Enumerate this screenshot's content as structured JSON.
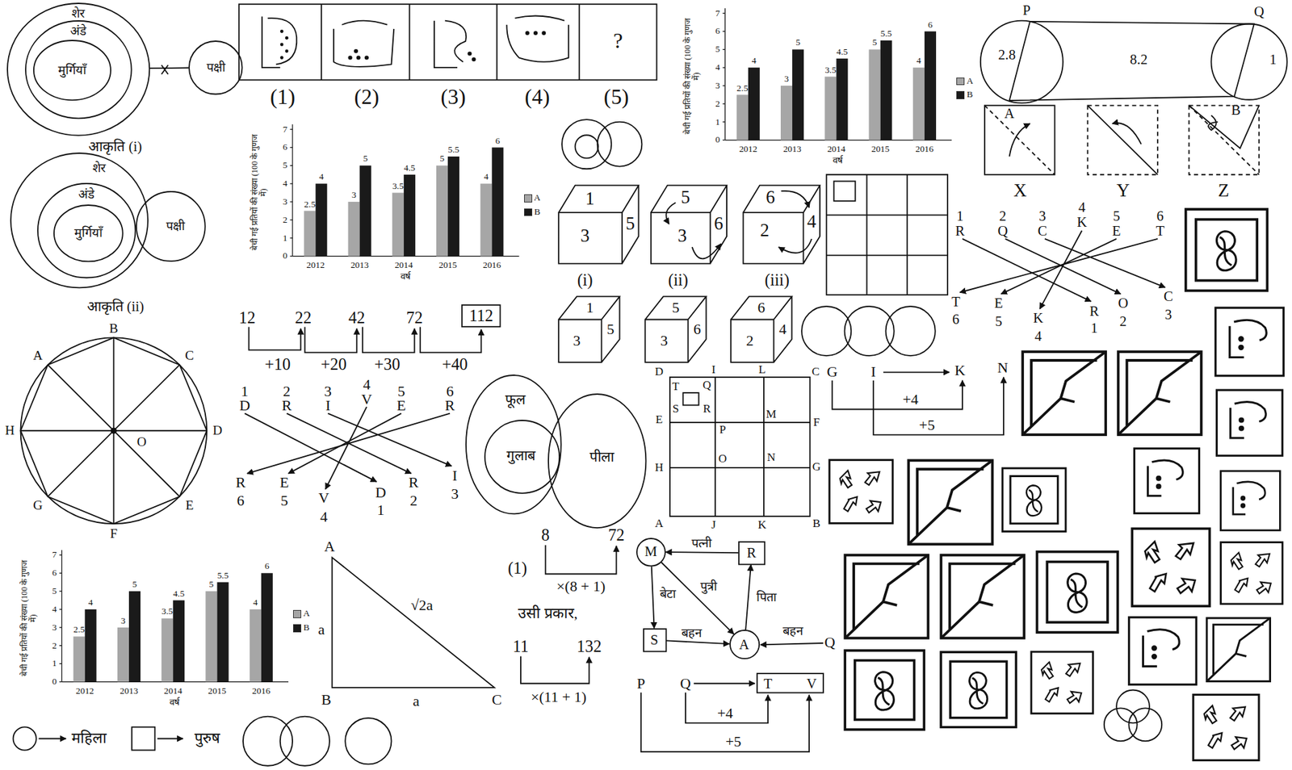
{
  "diagram": {
    "nodes": [
      {
        "text": [
          "शेर"
        ]
      },
      {
        "text": [
          "अंडे"
        ],
        "in": 0
      },
      {
        "text": [
          "मुर्गियाँ"
        ],
        "in": 1
      },
      {
        "text": [
          "पक्षी"
        ]
      },
      {
        "text": [
          "शेर"
        ]
      },
      {
        "text": [
          "अंडे"
        ],
        "in": 4
      },
      {
        "text": [
          "मुर्गियाँ"
        ],
        "in": 5
      },
      {
        "text": [
          "पक्षी"
        ]
      },
      {
        "text": [
          "112"
        ]
      },
      {
        "text": [
          "फूल"
        ]
      },
      {
        "text": [
          "गुलाब"
        ],
        "in": 9
      },
      {
        "text": [
          "पीला"
        ]
      },
      {
        "text": [
          "M"
        ]
      },
      {
        "text": [
          "R"
        ]
      },
      {
        "text": [
          "S"
        ]
      },
      {
        "text": [
          "A"
        ]
      },
      {
        "text": [
          "T",
          "V"
        ]
      }
    ],
    "edges": [
      {
        "from": 0,
        "to": 3,
        "arrow": "none"
      },
      {
        "from": 13,
        "to": 12,
        "label": "पत्नी",
        "arrow": "to"
      },
      {
        "from": 12,
        "to": 15,
        "label": "पुत्री",
        "arrow": "to"
      },
      {
        "from": 12,
        "to": 14,
        "label": "बेटा",
        "arrow": "to"
      },
      {
        "from": 15,
        "to": 13,
        "label": "पिता",
        "arrow": "to"
      },
      {
        "from": 14,
        "to": 15,
        "label": "बहन",
        "arrow": "to"
      }
    ],
    "labels": [
      "आकृति (i)",
      "आकृति (ii)",
      "B",
      "A",
      "C",
      "H",
      "O",
      "D",
      "G",
      "E",
      "F",
      "(1)",
      "(2)",
      "(3)",
      "(4)",
      "(5)",
      "?",
      "12",
      "22",
      "42",
      "72",
      "+10",
      "+20",
      "+30",
      "+40",
      "1",
      "D",
      "2",
      "R",
      "3",
      "I",
      "4",
      "V",
      "5",
      "E",
      "6",
      "R",
      "R",
      "6",
      "E",
      "5",
      "V",
      "4",
      "D",
      "1",
      "R",
      "2",
      "I",
      "3",
      "1",
      "3",
      "5",
      "5",
      "3",
      "6",
      "6",
      "2",
      "4",
      "(i)",
      "(ii)",
      "(iii)",
      "1",
      "3",
      "5",
      "5",
      "3",
      "6",
      "6",
      "2",
      "4",
      "D",
      "I",
      "L",
      "C",
      "E",
      "F",
      "H",
      "G",
      "A",
      "J",
      "K",
      "B",
      "T",
      "Q",
      "S",
      "R",
      "P",
      "M",
      "O",
      "N",
      "G",
      "I",
      "K",
      "N",
      "+4",
      "+5",
      "P",
      "Q",
      "+4",
      "+5",
      "Q",
      "बहन",
      "A",
      "B",
      "C",
      "a",
      "a",
      "√2a",
      "(1)",
      "8",
      "72",
      "×(8 + 1)",
      "उसी प्रकार,",
      "11",
      "132",
      "×(11 + 1)",
      "P",
      "Q",
      "2.8",
      "8.2",
      "1",
      "A",
      "B",
      "X",
      "Y",
      "Z",
      "1",
      "R",
      "2",
      "Q",
      "3",
      "C",
      "4",
      "K",
      "5",
      "E",
      "6",
      "T",
      "T",
      "6",
      "E",
      "5",
      "K",
      "4",
      "R",
      "1",
      "O",
      "2",
      "C",
      "3",
      "बेची गई प्रतियों की संख्या (100 के गुणज में)",
      "0",
      "1",
      "2",
      "3",
      "4",
      "5",
      "6",
      "7",
      "2.5",
      "4",
      "3",
      "5",
      "3.5",
      "4.5",
      "5",
      "5.5",
      "4",
      "6",
      "2012",
      "2013",
      "2014",
      "2015",
      "2016",
      "वर्ष",
      "बेची गई प्रतियों की संख्या (100 के गुणज में)",
      "0",
      "1",
      "2",
      "3",
      "4",
      "5",
      "6",
      "7",
      "2.5",
      "4",
      "3",
      "5",
      "3.5",
      "4.5",
      "5",
      "5.5",
      "4",
      "6",
      "2012",
      "2013",
      "2014",
      "2015",
      "2016",
      "वर्ष",
      "बेची गई प्रतियों की संख्या (100 के गुणज में)",
      "0",
      "1",
      "2",
      "3",
      "4",
      "5",
      "6",
      "7",
      "2.5",
      "4",
      "3",
      "5",
      "3.5",
      "4.5",
      "5",
      "5.5",
      "4",
      "6",
      "2012",
      "2013",
      "2014",
      "2015",
      "2016",
      "वर्ष"
    ],
    "legend": [
      {
        "text": "A",
        "color": "#a6a6a6"
      },
      {
        "text": "B",
        "color": "#1a1a1a"
      },
      {
        "text": "A",
        "color": "#a6a6a6"
      },
      {
        "text": "B",
        "color": "#1a1a1a"
      },
      {
        "text": "A",
        "color": "#a6a6a6"
      },
      {
        "text": "B",
        "color": "#1a1a1a"
      },
      {
        "text": "महिला"
      },
      {
        "text": "पुरुष"
      }
    ]
  }
}
